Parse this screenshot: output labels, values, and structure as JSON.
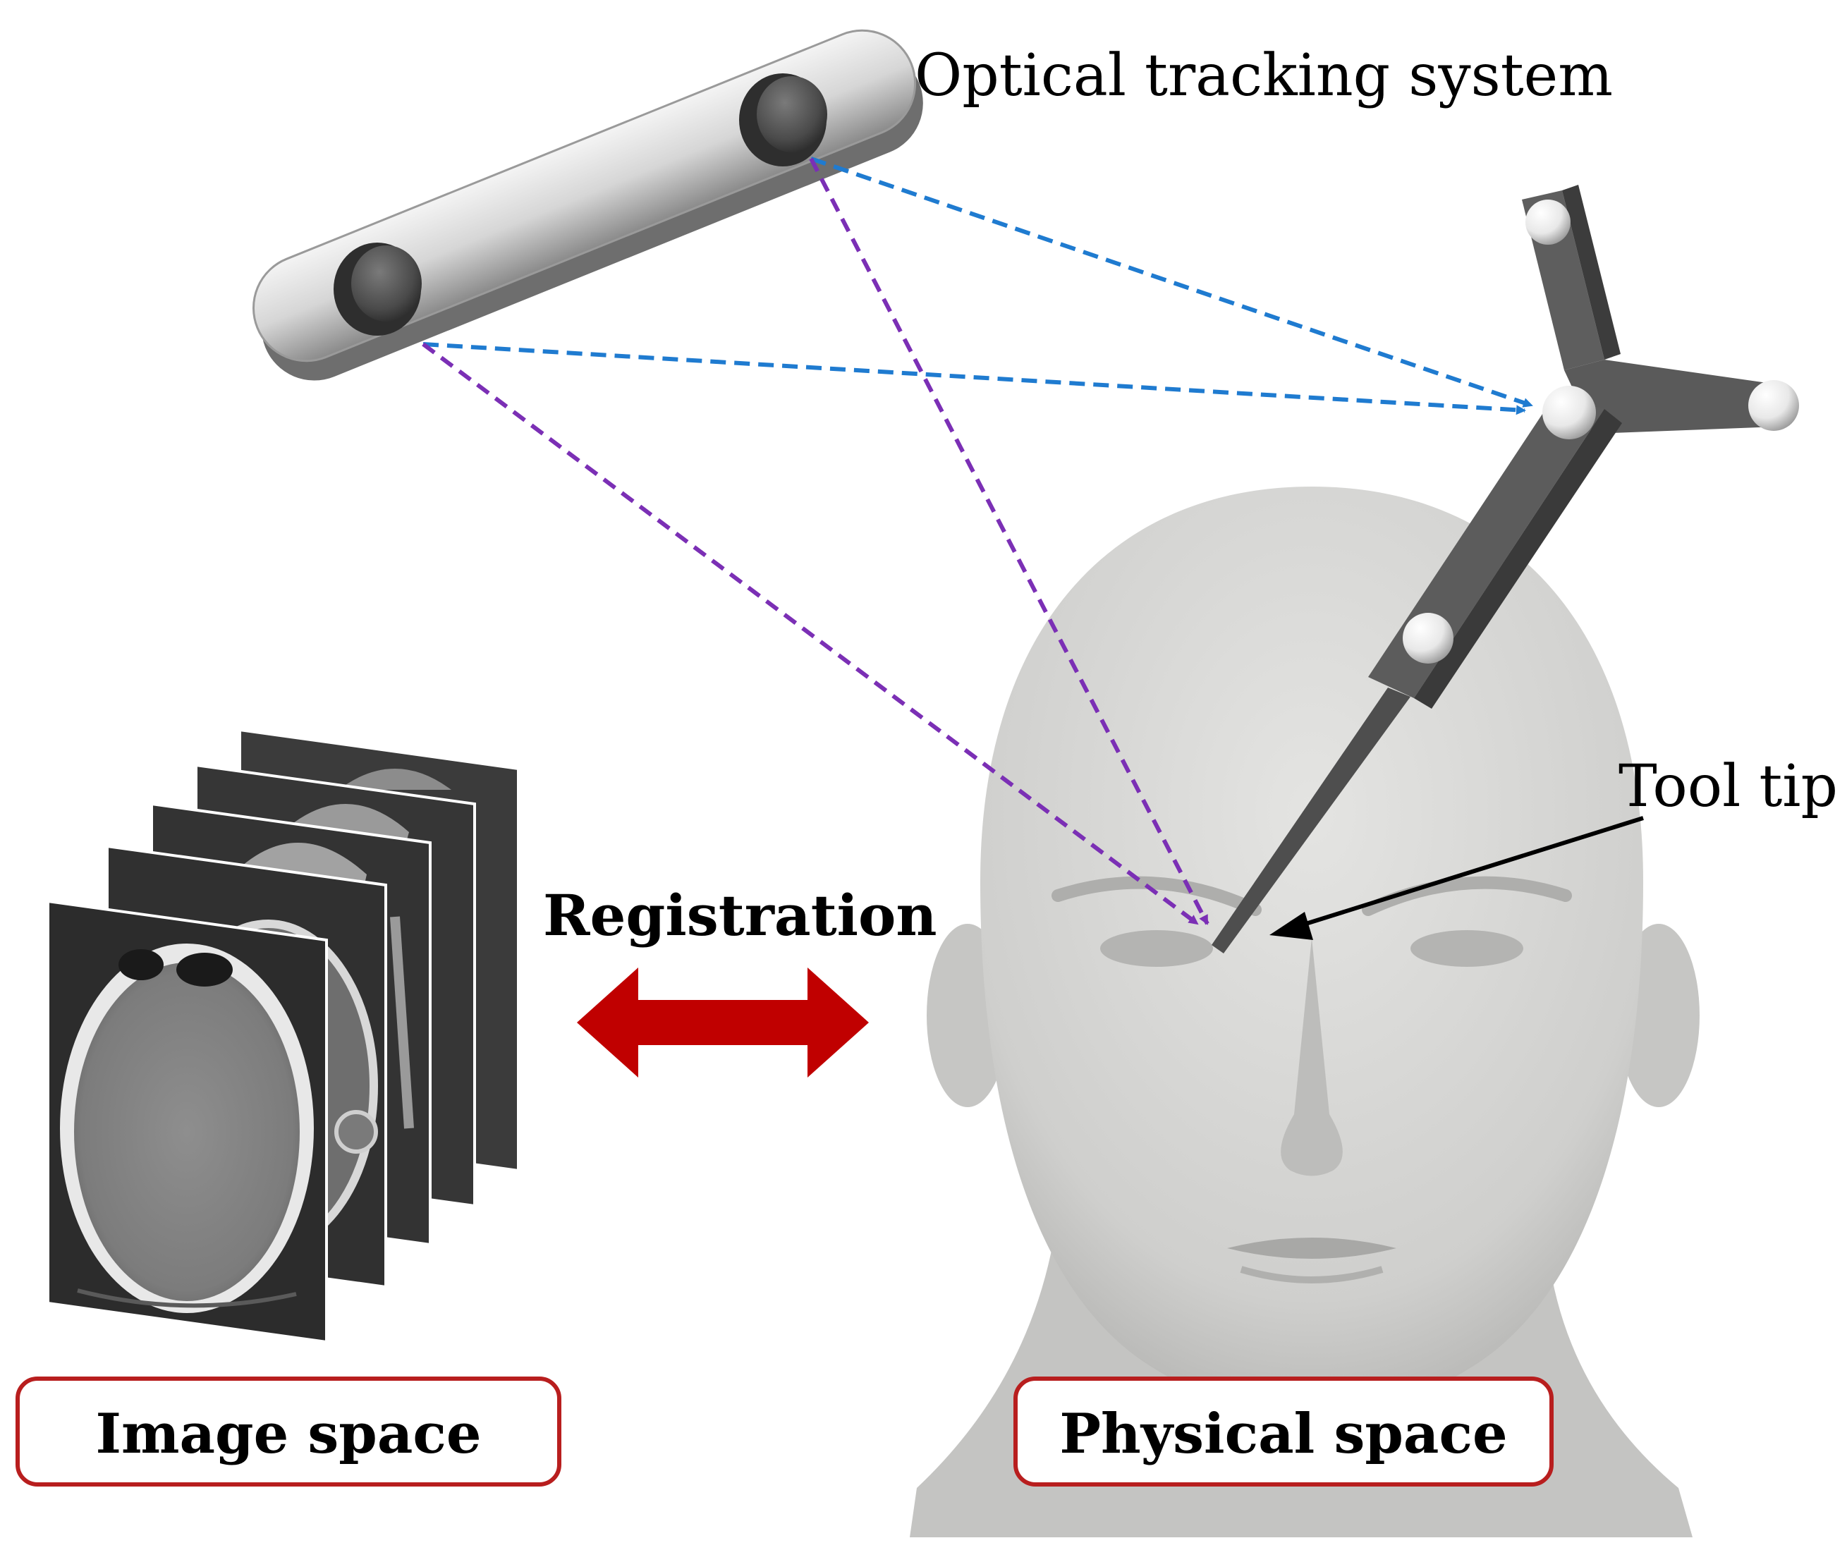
{
  "labels": {
    "optical_tracking_system": "Optical tracking system",
    "tool_tip": "Tool tip",
    "registration": "Registration",
    "image_space": "Image space",
    "physical_space": "Physical space"
  },
  "colors": {
    "camera_to_tool_lines": "#1f7bd0",
    "camera_to_tip_lines": "#7b2fb5",
    "registration_arrow": "#c00000",
    "label_box_border": "#b81e1e",
    "pointer_arrow": "#000000"
  },
  "icons": {
    "camera": "optical-tracking-camera-icon",
    "tool": "tracked-probe-tool-icon",
    "head": "head-model-icon",
    "ct": "ct-slice-stack-icon"
  }
}
